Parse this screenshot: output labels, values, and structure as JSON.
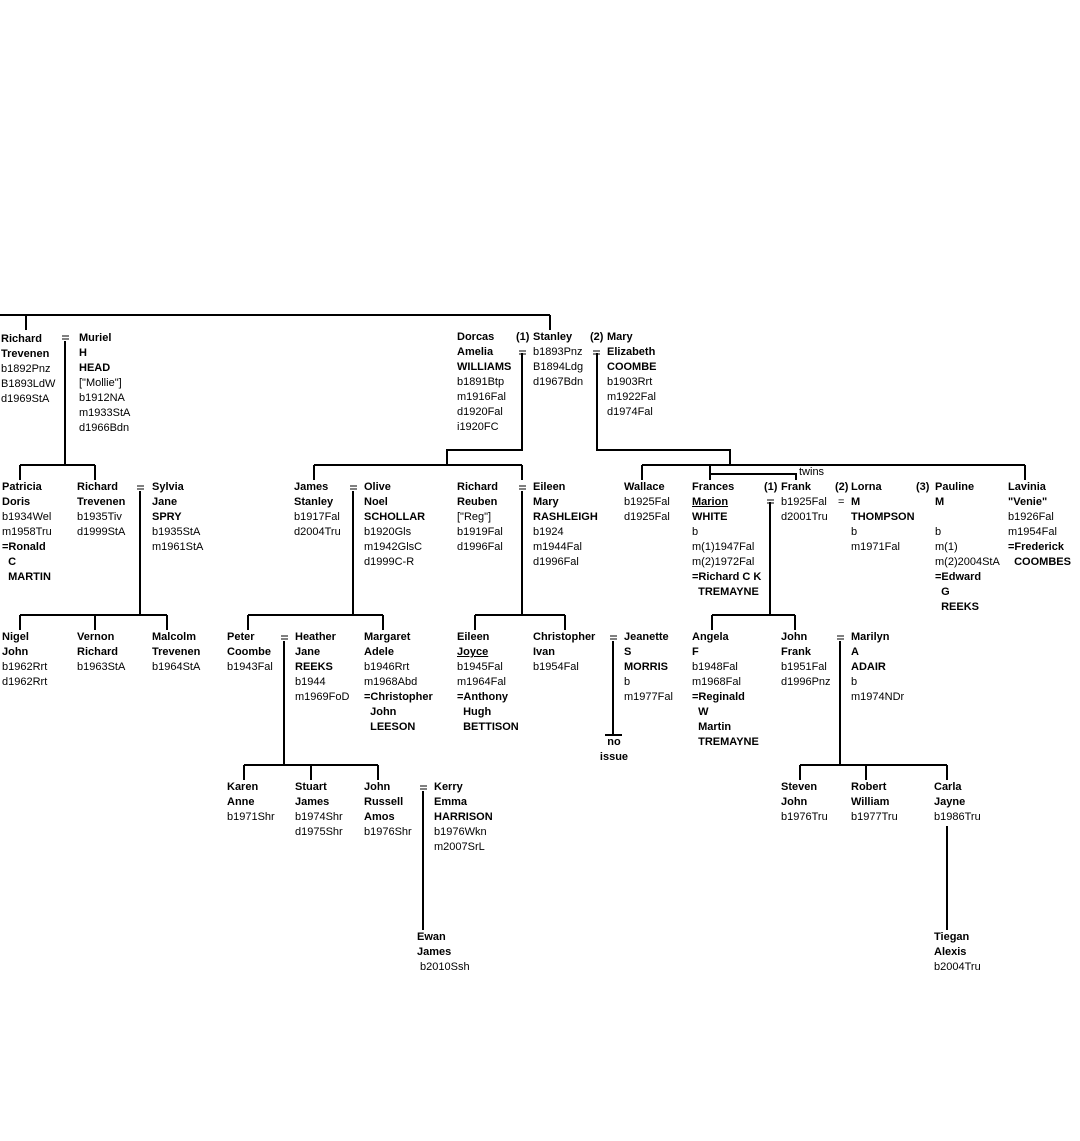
{
  "people": {
    "richard_1892": {
      "lines": [
        {
          "t": "Richard",
          "b": 1
        },
        {
          "t": "Trevenen",
          "b": 1
        },
        {
          "t": "b1892Pnz"
        },
        {
          "t": "B1893LdW"
        },
        {
          "t": "d1969StA"
        }
      ]
    },
    "muriel": {
      "lines": [
        {
          "t": "Muriel",
          "b": 1
        },
        {
          "t": "H",
          "b": 1
        },
        {
          "t": "HEAD",
          "b": 1
        },
        {
          "t": "[\"Mollie\"]"
        },
        {
          "t": "b1912NA"
        },
        {
          "t": "m1933StA"
        },
        {
          "t": "d1966Bdn"
        }
      ]
    },
    "dorcas": {
      "lines": [
        {
          "t": "Dorcas",
          "b": 1
        },
        {
          "t": "Amelia",
          "b": 1
        },
        {
          "t": "WILLIAMS",
          "b": 1
        },
        {
          "t": "b1891Btp"
        },
        {
          "t": "m1916Fal"
        },
        {
          "t": "d1920Fal"
        },
        {
          "t": "i1920FC"
        }
      ]
    },
    "stanley_1893": {
      "lines": [
        {
          "t": "Stanley",
          "b": 1
        },
        {
          "t": "b1893Pnz"
        },
        {
          "t": "B1894Ldg"
        },
        {
          "t": "d1967Bdn"
        }
      ]
    },
    "mary_coombe": {
      "lines": [
        {
          "t": "Mary",
          "b": 1
        },
        {
          "t": "Elizabeth",
          "b": 1
        },
        {
          "t": "COOMBE",
          "b": 1
        },
        {
          "t": "b1903Rrt"
        },
        {
          "t": "m1922Fal"
        },
        {
          "t": "d1974Fal"
        }
      ]
    },
    "patricia": {
      "lines": [
        {
          "t": "Patricia",
          "b": 1
        },
        {
          "t": "Doris",
          "b": 1
        },
        {
          "t": "b1934Wel"
        },
        {
          "t": "m1958Tru"
        },
        {
          "t": "=Ronald",
          "b": 1
        },
        {
          "t": "  C",
          "b": 1
        },
        {
          "t": "  MARTIN",
          "b": 1
        }
      ]
    },
    "richard_1935": {
      "lines": [
        {
          "t": "Richard",
          "b": 1
        },
        {
          "t": "Trevenen",
          "b": 1
        },
        {
          "t": "b1935Tiv"
        },
        {
          "t": "d1999StA"
        }
      ]
    },
    "sylvia": {
      "lines": [
        {
          "t": "Sylvia",
          "b": 1
        },
        {
          "t": "Jane",
          "b": 1
        },
        {
          "t": "SPRY",
          "b": 1
        },
        {
          "t": "b1935StA"
        },
        {
          "t": "m1961StA"
        }
      ]
    },
    "james_stanley": {
      "lines": [
        {
          "t": "James",
          "b": 1
        },
        {
          "t": "Stanley",
          "b": 1
        },
        {
          "t": "b1917Fal"
        },
        {
          "t": "d2004Tru"
        }
      ]
    },
    "olive": {
      "lines": [
        {
          "t": "Olive",
          "b": 1
        },
        {
          "t": "Noel",
          "b": 1
        },
        {
          "t": "SCHOLLAR",
          "b": 1
        },
        {
          "t": "b1920Gls"
        },
        {
          "t": "m1942GlsC"
        },
        {
          "t": "d1999C-R"
        }
      ]
    },
    "richard_reuben": {
      "lines": [
        {
          "t": "Richard",
          "b": 1
        },
        {
          "t": "Reuben",
          "b": 1
        },
        {
          "t": "[\"Reg\"]"
        },
        {
          "t": "b1919Fal"
        },
        {
          "t": "d1996Fal"
        }
      ]
    },
    "eileen_mary": {
      "lines": [
        {
          "t": "Eileen",
          "b": 1
        },
        {
          "t": "Mary",
          "b": 1
        },
        {
          "t": "RASHLEIGH",
          "b": 1
        },
        {
          "t": "b1924"
        },
        {
          "t": "m1944Fal"
        },
        {
          "t": "d1996Fal"
        }
      ]
    },
    "wallace": {
      "lines": [
        {
          "t": "Wallace",
          "b": 1
        },
        {
          "t": "b1925Fal"
        },
        {
          "t": "d1925Fal"
        }
      ]
    },
    "frances": {
      "lines": [
        {
          "t": "Frances",
          "b": 1
        },
        {
          "t": "Marion",
          "b": 1,
          "u": 1
        },
        {
          "t": "WHITE",
          "b": 1
        },
        {
          "t": "b"
        },
        {
          "t": "m(1)1947Fal"
        },
        {
          "t": "m(2)1972Fal"
        },
        {
          "t": "=Richard C K",
          "b": 1
        },
        {
          "t": "  TREMAYNE",
          "b": 1
        }
      ]
    },
    "frank_1925": {
      "lines": [
        {
          "t": "Frank",
          "b": 1
        },
        {
          "t": "b1925Fal"
        },
        {
          "t": "d2001Tru"
        }
      ]
    },
    "lorna": {
      "lines": [
        {
          "t": "Lorna",
          "b": 1
        },
        {
          "t": "M",
          "b": 1
        },
        {
          "t": "THOMPSON",
          "b": 1
        },
        {
          "t": "b"
        },
        {
          "t": "m1971Fal"
        }
      ]
    },
    "pauline": {
      "lines": [
        {
          "t": "Pauline",
          "b": 1
        },
        {
          "t": "M",
          "b": 1
        },
        {
          "t": ""
        },
        {
          "t": "b"
        },
        {
          "t": "m(1)"
        },
        {
          "t": "m(2)2004StA"
        },
        {
          "t": "=Edward",
          "b": 1
        },
        {
          "t": "  G",
          "b": 1
        },
        {
          "t": "  REEKS",
          "b": 1
        }
      ]
    },
    "lavinia": {
      "lines": [
        {
          "t": "Lavinia",
          "b": 1
        },
        {
          "t": "\"Venie\"",
          "b": 1
        },
        {
          "t": "b1926Fal"
        },
        {
          "t": "m1954Fal"
        },
        {
          "t": "=Frederick",
          "b": 1
        },
        {
          "t": "  COOMBES",
          "b": 1
        }
      ]
    },
    "nigel": {
      "lines": [
        {
          "t": "Nigel",
          "b": 1
        },
        {
          "t": "John",
          "b": 1
        },
        {
          "t": "b1962Rrt"
        },
        {
          "t": "d1962Rrt"
        }
      ]
    },
    "vernon": {
      "lines": [
        {
          "t": "Vernon",
          "b": 1
        },
        {
          "t": "Richard",
          "b": 1
        },
        {
          "t": "b1963StA"
        }
      ]
    },
    "malcolm": {
      "lines": [
        {
          "t": "Malcolm",
          "b": 1
        },
        {
          "t": "Trevenen",
          "b": 1
        },
        {
          "t": "b1964StA"
        }
      ]
    },
    "peter": {
      "lines": [
        {
          "t": "Peter",
          "b": 1
        },
        {
          "t": "Coombe",
          "b": 1
        },
        {
          "t": "b1943Fal"
        }
      ]
    },
    "heather": {
      "lines": [
        {
          "t": "Heather",
          "b": 1
        },
        {
          "t": "Jane",
          "b": 1
        },
        {
          "t": "REEKS",
          "b": 1
        },
        {
          "t": "b1944"
        },
        {
          "t": "m1969FoD"
        }
      ]
    },
    "margaret": {
      "lines": [
        {
          "t": "Margaret",
          "b": 1
        },
        {
          "t": "Adele",
          "b": 1
        },
        {
          "t": "b1946Rrt"
        },
        {
          "t": "m1968Abd"
        },
        {
          "t": "=Christopher",
          "b": 1
        },
        {
          "t": "  John",
          "b": 1
        },
        {
          "t": "  LEESON",
          "b": 1
        }
      ]
    },
    "eileen_joyce": {
      "lines": [
        {
          "t": "Eileen",
          "b": 1
        },
        {
          "t": "Joyce",
          "b": 1,
          "u": 1
        },
        {
          "t": "b1945Fal"
        },
        {
          "t": "m1964Fal"
        },
        {
          "t": "=Anthony",
          "b": 1
        },
        {
          "t": "  Hugh",
          "b": 1
        },
        {
          "t": "  BETTISON",
          "b": 1
        }
      ]
    },
    "christopher": {
      "lines": [
        {
          "t": "Christopher",
          "b": 1
        },
        {
          "t": "Ivan",
          "b": 1
        },
        {
          "t": "b1954Fal"
        }
      ]
    },
    "jeanette": {
      "lines": [
        {
          "t": "Jeanette",
          "b": 1
        },
        {
          "t": "S",
          "b": 1
        },
        {
          "t": "MORRIS",
          "b": 1
        },
        {
          "t": "b"
        },
        {
          "t": "m1977Fal"
        }
      ]
    },
    "angela": {
      "lines": [
        {
          "t": "Angela",
          "b": 1
        },
        {
          "t": "F",
          "b": 1
        },
        {
          "t": "b1948Fal"
        },
        {
          "t": "m1968Fal"
        },
        {
          "t": "=Reginald",
          "b": 1
        },
        {
          "t": "  W",
          "b": 1
        },
        {
          "t": "  Martin",
          "b": 1
        },
        {
          "t": "  TREMAYNE",
          "b": 1
        }
      ]
    },
    "john_frank": {
      "lines": [
        {
          "t": "John",
          "b": 1
        },
        {
          "t": "Frank",
          "b": 1
        },
        {
          "t": "b1951Fal"
        },
        {
          "t": "d1996Pnz"
        }
      ]
    },
    "marilyn": {
      "lines": [
        {
          "t": "Marilyn",
          "b": 1
        },
        {
          "t": "A",
          "b": 1
        },
        {
          "t": "ADAIR",
          "b": 1
        },
        {
          "t": "b"
        },
        {
          "t": "m1974NDr"
        }
      ]
    },
    "karen": {
      "lines": [
        {
          "t": "Karen",
          "b": 1
        },
        {
          "t": "Anne",
          "b": 1
        },
        {
          "t": "b1971Shr"
        }
      ]
    },
    "stuart": {
      "lines": [
        {
          "t": "Stuart",
          "b": 1
        },
        {
          "t": "James",
          "b": 1
        },
        {
          "t": "b1974Shr"
        },
        {
          "t": "d1975Shr"
        }
      ]
    },
    "john_russell": {
      "lines": [
        {
          "t": "John",
          "b": 1
        },
        {
          "t": "Russell",
          "b": 1
        },
        {
          "t": "Amos",
          "b": 1
        },
        {
          "t": "b1976Shr"
        }
      ]
    },
    "kerry": {
      "lines": [
        {
          "t": "Kerry",
          "b": 1
        },
        {
          "t": "Emma",
          "b": 1
        },
        {
          "t": "HARRISON",
          "b": 1
        },
        {
          "t": "b1976Wkn"
        },
        {
          "t": "m2007SrL"
        }
      ]
    },
    "steven": {
      "lines": [
        {
          "t": "Steven",
          "b": 1
        },
        {
          "t": "John",
          "b": 1
        },
        {
          "t": "b1976Tru"
        }
      ]
    },
    "robert": {
      "lines": [
        {
          "t": "Robert",
          "b": 1
        },
        {
          "t": "William",
          "b": 1
        },
        {
          "t": "b1977Tru"
        }
      ]
    },
    "carla": {
      "lines": [
        {
          "t": "Carla",
          "b": 1
        },
        {
          "t": "Jayne",
          "b": 1
        },
        {
          "t": "b1986Tru"
        }
      ]
    },
    "ewan": {
      "lines": [
        {
          "t": "Ewan",
          "b": 1
        },
        {
          "t": "James",
          "b": 1
        },
        {
          "t": " b2010Ssh"
        }
      ]
    },
    "tiegan": {
      "lines": [
        {
          "t": "Tiegan",
          "b": 1
        },
        {
          "t": "Alexis",
          "b": 1
        },
        {
          "t": "b2004Tru"
        }
      ]
    }
  },
  "tags": {
    "stanley_m1": "(1)",
    "stanley_m2": "(2)",
    "frank_m1": "(1)",
    "frank_m2": "(2)",
    "frank_m3": "(3)"
  },
  "notes": {
    "twins": "twins",
    "no_issue": [
      "no",
      "issue"
    ],
    "equals_lorna": "="
  },
  "style": {
    "line_color": "#000000",
    "background": "#ffffff"
  }
}
